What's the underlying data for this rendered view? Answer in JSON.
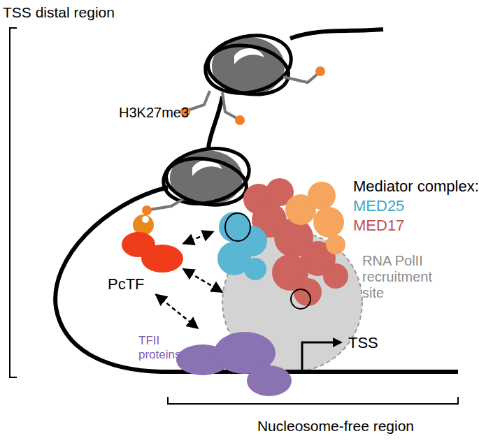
{
  "diagram": {
    "nodes": [
      {
        "text": [
          "PcTF"
        ]
      },
      {
        "text": [
          "Mediator complex:",
          "MED25",
          "MED17"
        ]
      },
      {
        "text": [
          "RNA PolII recruitment site"
        ]
      },
      {
        "text": [
          "TFII proteins"
        ]
      }
    ],
    "edges": [
      {
        "from": 0,
        "to": 1,
        "arrow": "both"
      },
      {
        "from": 0,
        "to": 2,
        "arrow": "both"
      },
      {
        "from": 0,
        "to": 3,
        "arrow": "both"
      }
    ],
    "labels": [
      "TSS distal region",
      "H3K27me3",
      "TSS",
      "Nucleosome-free region"
    ]
  }
}
